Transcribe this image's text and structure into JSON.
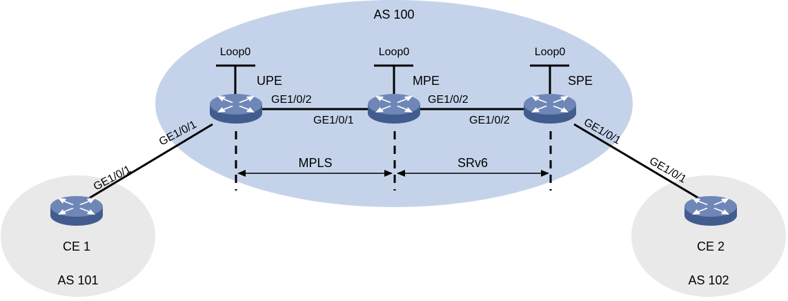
{
  "colors": {
    "as_core_fill": "#c5d3ea",
    "as_edge_fill": "#e9e9e9",
    "router_top": "#6f87b7",
    "router_side": "#435c8e",
    "router_arrow": "#ffffff",
    "line": "#000000"
  },
  "areas": {
    "core": {
      "label": "AS 100"
    },
    "left": {
      "label": "AS 101"
    },
    "right": {
      "label": "AS 102"
    }
  },
  "devices": {
    "upe": {
      "label": "UPE",
      "loopback": "Loop0",
      "icon": "router-icon"
    },
    "mpe": {
      "label": "MPE",
      "loopback": "Loop0",
      "icon": "router-icon"
    },
    "spe": {
      "label": "SPE",
      "loopback": "Loop0",
      "icon": "router-icon"
    },
    "ce1": {
      "label": "CE 1",
      "icon": "router-icon"
    },
    "ce2": {
      "label": "CE 2",
      "icon": "router-icon"
    }
  },
  "interfaces": {
    "ce1_up": "GE1/0/1",
    "upe_down": "GE1/0/1",
    "upe_right": "GE1/0/2",
    "mpe_left": "GE1/0/1",
    "mpe_right": "GE1/0/2",
    "spe_left": "GE1/0/2",
    "spe_down": "GE1/0/1",
    "ce2_up": "GE1/0/1"
  },
  "segments": {
    "mpls": "MPLS",
    "srv6": "SRv6"
  }
}
